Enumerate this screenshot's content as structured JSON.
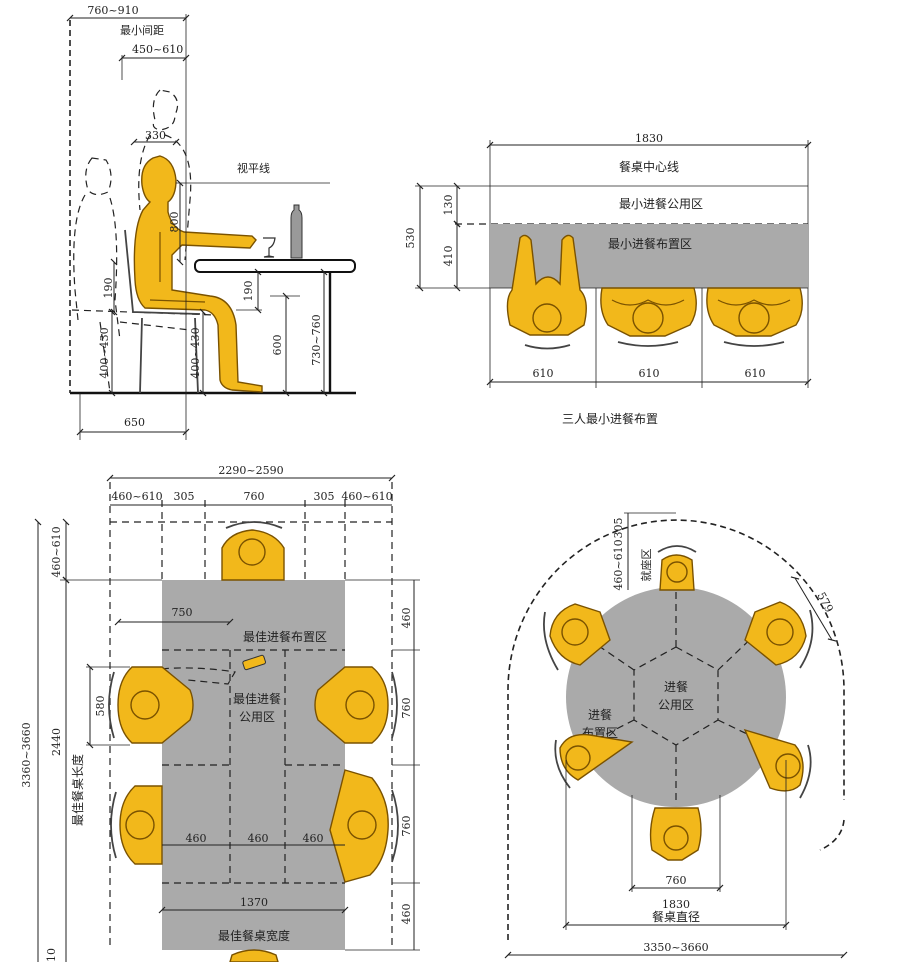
{
  "side_view": {
    "dim_760_910": "760~910",
    "label_min_spacing": "最小间距",
    "dim_450_610": "450~610",
    "dim_330": "330",
    "label_eye_line": "视平线",
    "dim_800": "800",
    "dim_190_chair": "190",
    "dim_190_table": "190",
    "dim_400_430_left": "400~430",
    "dim_400_430_right": "400~430",
    "dim_600": "600",
    "dim_730_760": "730~760",
    "dim_650": "650"
  },
  "three_person": {
    "dim_1830": "1830",
    "label_centerline": "餐桌中心线",
    "label_min_common": "最小进餐公用区",
    "label_min_layout": "最小进餐布置区",
    "dim_530": "530",
    "dim_130": "130",
    "dim_410": "410",
    "widths": [
      "610",
      "610",
      "610"
    ],
    "caption": "三人最小进餐布置"
  },
  "rect_table": {
    "dim_overall": "2290~2590",
    "top_dims": [
      "460~610",
      "305",
      "760",
      "305",
      "460~610"
    ],
    "dim_750": "750",
    "label_best_layout": "最佳进餐布置区",
    "label_best_common_1": "最佳进餐",
    "label_best_common_2": "公用区",
    "dim_580": "580",
    "left_total": "3360~3660",
    "left_460_610": "460~610",
    "left_2440": "2440",
    "label_best_length": "最佳餐桌长度",
    "right_dims": [
      "460",
      "760",
      "760",
      "460"
    ],
    "bottom_dims": [
      "460",
      "460",
      "460"
    ],
    "dim_1370": "1370",
    "label_best_width": "最佳餐桌宽度",
    "cut_left": "10"
  },
  "round_table": {
    "dim_305": "305",
    "dim_460_610": "460~610",
    "label_seat_zone": "就座区",
    "dim_579": "579",
    "label_common_1": "进餐",
    "label_common_2": "公用区",
    "label_layout_1": "进餐",
    "label_layout_2": "布置区",
    "dim_760": "760",
    "dim_1830": "1830",
    "label_diameter": "餐桌直径",
    "dim_overall": "3350~3660"
  }
}
